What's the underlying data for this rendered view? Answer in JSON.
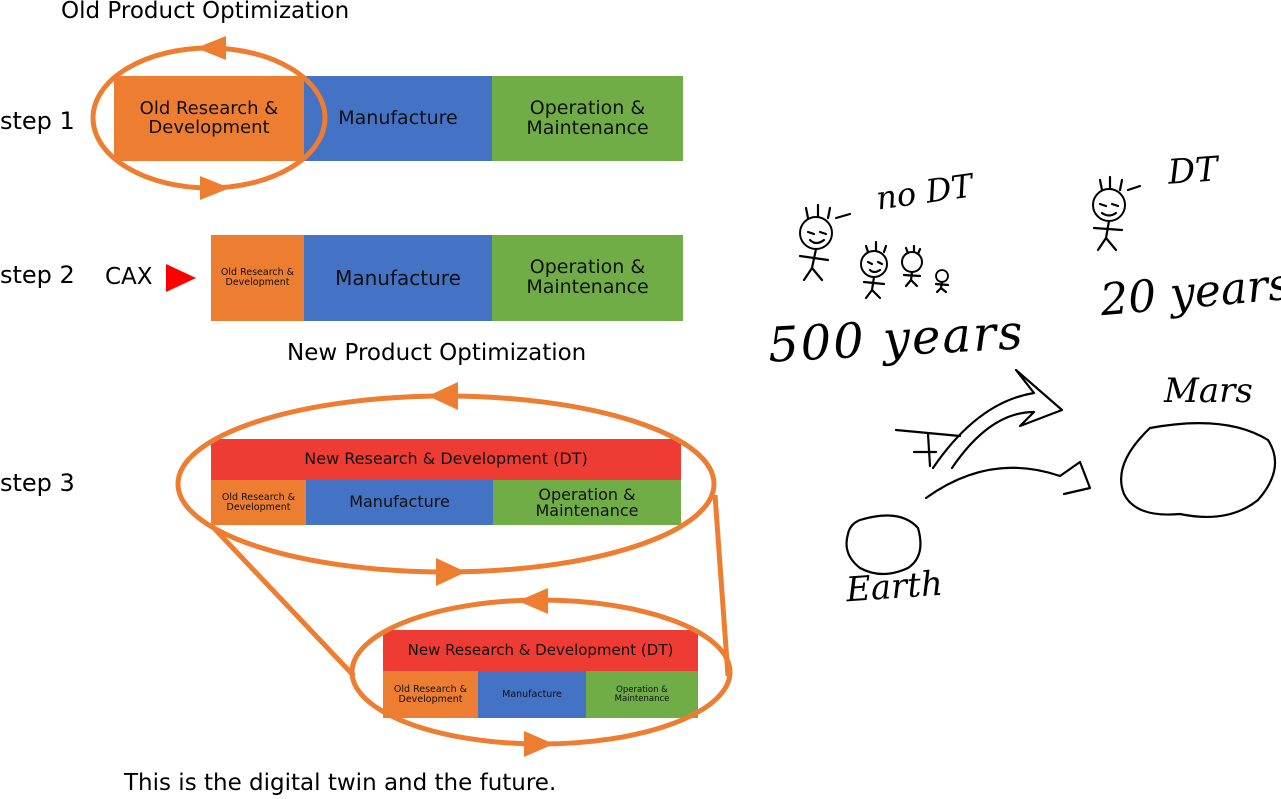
{
  "titles": {
    "old_optimization": "Old Product Optimization",
    "new_optimization": "New Product Optimization",
    "footer": "This is the digital twin and the future."
  },
  "steps": {
    "step1": "step 1",
    "step2": "step 2",
    "step3": "step 3"
  },
  "cax_label": "CAX",
  "blocks": {
    "old_rd": "Old Research & Development",
    "manufacture": "Manufacture",
    "operation": "Operation & Maintenance",
    "new_rd": "New Research & Development (DT)"
  },
  "sketch": {
    "no_dt": "no DT",
    "dt": "DT",
    "years_500": "500 years",
    "years_20": "20 years",
    "mars": "Mars",
    "earth": "Earth"
  },
  "colors": {
    "orange": "#ED7D31",
    "blue": "#4472C4",
    "green": "#70AD47",
    "red": "#EE3B33"
  }
}
